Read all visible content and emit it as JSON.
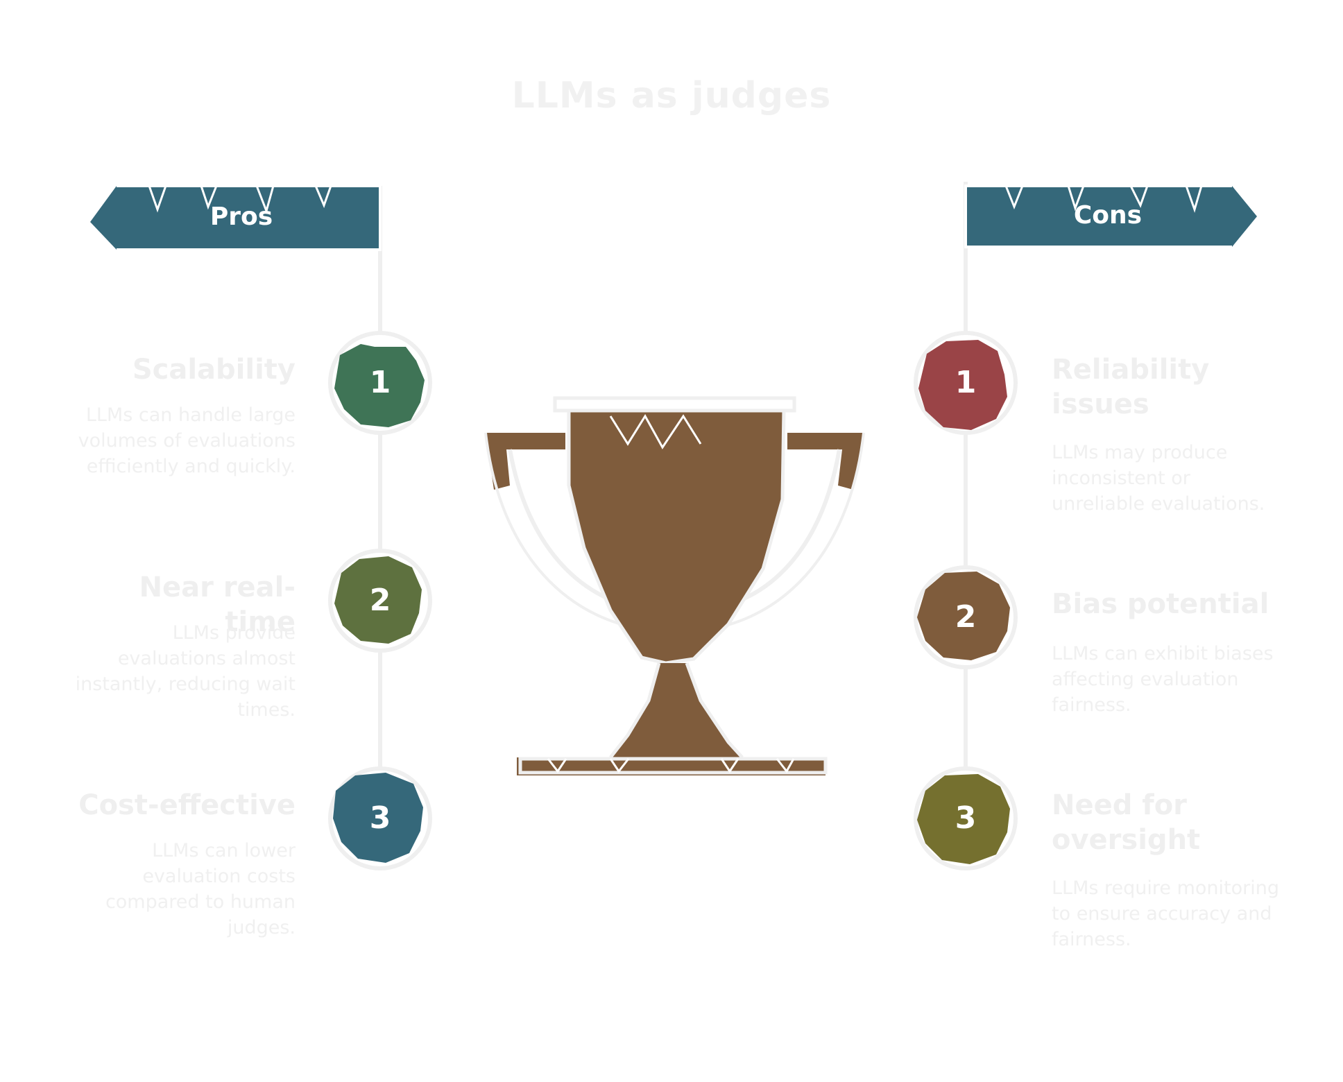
{
  "title": "LLMs as judges",
  "colors": {
    "banner": "#35687a",
    "trophy": "#7f5c3c",
    "line": "#efefef",
    "pro_1": "#3f7456",
    "pro_2": "#5e713f",
    "pro_3": "#35687a",
    "con_1": "#9a4447",
    "con_2": "#7f5c3c",
    "con_3": "#75702f"
  },
  "center_icon": "trophy-icon",
  "pros": {
    "label": "Pros",
    "items": [
      {
        "number": "1",
        "title": "Scalability",
        "description": "LLMs can handle large volumes of evaluations efficiently and quickly."
      },
      {
        "number": "2",
        "title": "Near real-time",
        "description": "LLMs provide evaluations almost instantly, reducing wait times."
      },
      {
        "number": "3",
        "title": "Cost-effective",
        "description": "LLMs can lower evaluation costs compared to human judges."
      }
    ]
  },
  "cons": {
    "label": "Cons",
    "items": [
      {
        "number": "1",
        "title": "Reliability issues",
        "description": "LLMs may produce inconsistent or unreliable evaluations."
      },
      {
        "number": "2",
        "title": "Bias potential",
        "description": "LLMs can exhibit biases affecting evaluation fairness."
      },
      {
        "number": "3",
        "title": "Need for oversight",
        "description": "LLMs require monitoring to ensure accuracy and fairness."
      }
    ]
  }
}
